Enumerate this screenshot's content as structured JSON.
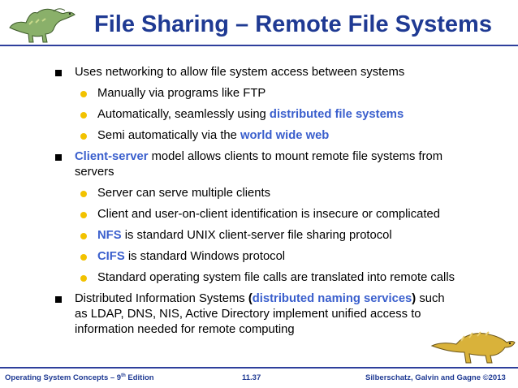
{
  "slide": {
    "title": "File Sharing – Remote File Systems",
    "bullets": [
      {
        "text": "Uses networking to allow file system access between systems"
      },
      {
        "text": "Manually via programs like FTP"
      },
      {
        "pre": "Automatically, seamlessly using ",
        "hl": "distributed file systems"
      },
      {
        "pre": "Semi automatically via the ",
        "hl": "world wide web"
      },
      {
        "hl": "Client-server",
        "post": " model allows clients to mount remote file systems from",
        "line2": "servers"
      },
      {
        "text": "Server can serve multiple clients"
      },
      {
        "text": "Client and user-on-client identification is insecure or complicated"
      },
      {
        "hl": "NFS",
        "post": " is standard UNIX client-server file sharing protocol"
      },
      {
        "hl": "CIFS",
        "post": " is standard Windows protocol"
      },
      {
        "text": "Standard operating system file calls are translated into remote calls"
      },
      {
        "pre": "Distributed Information Systems ",
        "open": "(",
        "hl": "distributed naming services",
        "close": ")",
        "post": " such",
        "line2": "as LDAP, DNS, NIS, Active Directory implement unified access to",
        "line3": "information needed for remote computing"
      }
    ]
  },
  "footer": {
    "left": "Operating System Concepts – 9",
    "left_sup": "th",
    "left_tail": " Edition",
    "center": "11.37",
    "right": "Silberschatz, Galvin and Gagne ©2013"
  },
  "colors": {
    "title": "#1f3a93",
    "highlight": "#3a5fcd",
    "bullet_dot": "#f2c200",
    "rule": "#2e3f9c"
  }
}
